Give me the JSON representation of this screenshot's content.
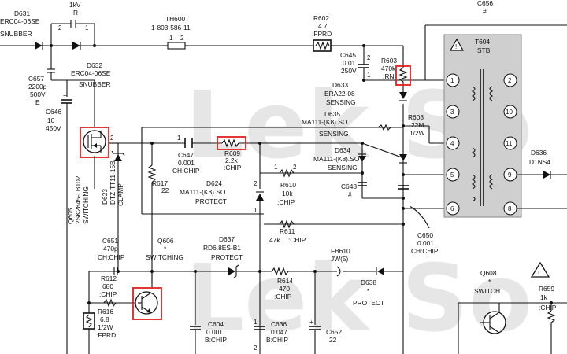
{
  "watermark": {
    "top": "Lek So",
    "bottom": "Lek So"
  },
  "colors": {
    "highlight": "#e0201f",
    "transformer_fill": "#cfcfcf",
    "watermark": "#e6e6e6",
    "wire": "#111111"
  },
  "components": {
    "d631": {
      "ref": "D631",
      "part": "ERC04-06SE",
      "desc": "SNUBBER"
    },
    "d632": {
      "ref": "D632",
      "part": "ERC04-06SE",
      "desc": "SNUBBER"
    },
    "top_resistor": {
      "value": "1kV",
      "value2": "R"
    },
    "c657": {
      "ref": "C657",
      "value": "2200p",
      "voltage": "500V",
      "type": "E"
    },
    "c646": {
      "ref": "C646",
      "value": "10",
      "voltage": "450V"
    },
    "th600": {
      "ref": "TH600",
      "part": "1-803-586-11"
    },
    "r602": {
      "ref": "R602",
      "value": "4.7",
      "type": ":FPRD"
    },
    "c656": {
      "ref": "C656",
      "value": "#"
    },
    "c645": {
      "ref": "C645",
      "value": "0.01",
      "voltage": "250V"
    },
    "r603": {
      "ref": "R603",
      "value": "470k",
      "type": ":RN"
    },
    "d633": {
      "ref": "D633",
      "part": "ERA22-08",
      "desc": "SENSING"
    },
    "d635": {
      "ref": "D635",
      "part": "MA111-(K8).SO",
      "desc": "SENSING"
    },
    "r608": {
      "ref": "R608",
      "value": "22M",
      "watt": "1/2W"
    },
    "d634": {
      "ref": "D634",
      "part": "MA111-(K8).SO",
      "desc": "SENSING"
    },
    "r609": {
      "ref": "R609",
      "value": "2.2k",
      "type": ":CHIP"
    },
    "c647": {
      "ref": "C647",
      "value": "0.001",
      "type": "CH:CHIP"
    },
    "d623": {
      "ref": "D623",
      "part": "DTZ-TT11-15B",
      "desc": "CLAMP"
    },
    "q605": {
      "ref": "Q605",
      "part": "2SK2845-LB102",
      "desc": "SWITCHING"
    },
    "r617": {
      "ref": "R617",
      "value": "22"
    },
    "d624": {
      "ref": "D624",
      "part": "MA111-(K8).SO",
      "desc": "PROTECT"
    },
    "r610": {
      "ref": "R610",
      "value": "10k",
      "type": ":CHIP"
    },
    "c648": {
      "ref": "C648",
      "value": "#"
    },
    "r611": {
      "ref": "R611",
      "value": "47k",
      "type": ":CHIP"
    },
    "c650": {
      "ref": "C650",
      "value": "0.001",
      "type": "CH:CHIP"
    },
    "c651": {
      "ref": "C651",
      "value": "470p",
      "type": "CH:CHIP"
    },
    "q606": {
      "ref": "Q606",
      "value": "*",
      "desc": "SWITCHING"
    },
    "d637": {
      "ref": "D637",
      "part": "RD6.8ES-B1",
      "desc": "PROTECT"
    },
    "r612": {
      "ref": "R612",
      "value": "680",
      "type": ":CHIP"
    },
    "fb610": {
      "ref": "FB610",
      "value": "JW(5)"
    },
    "r614": {
      "ref": "R614",
      "value": "470",
      "type": ":CHIP"
    },
    "d638": {
      "ref": "D638",
      "value": "*",
      "desc": "PROTECT"
    },
    "r616": {
      "ref": "R616",
      "value": "6.8",
      "watt": "1/2W",
      "type": ":FPRD"
    },
    "c604": {
      "ref": "C604",
      "value": "0.001",
      "type": "B:CHIP"
    },
    "c636": {
      "ref": "C636",
      "value": "0.047",
      "type": "B:CHIP"
    },
    "c652": {
      "ref": "C652",
      "value": "22"
    },
    "q608": {
      "ref": "Q608",
      "value": "*",
      "desc": "SWITCH"
    },
    "r659": {
      "ref": "R659",
      "value": "1k",
      "type": ":CHIP"
    },
    "d636": {
      "ref": "D636",
      "part": "D1NS4"
    },
    "t604": {
      "ref": "T604",
      "desc": "STB"
    }
  },
  "transformer_pins": {
    "left": [
      "1",
      "3",
      "4",
      "5",
      "6"
    ],
    "right": [
      "2",
      "10",
      "11",
      "9",
      "8"
    ]
  },
  "pin_marks": {
    "p1": "1",
    "p2": "2",
    "p3": "3"
  }
}
